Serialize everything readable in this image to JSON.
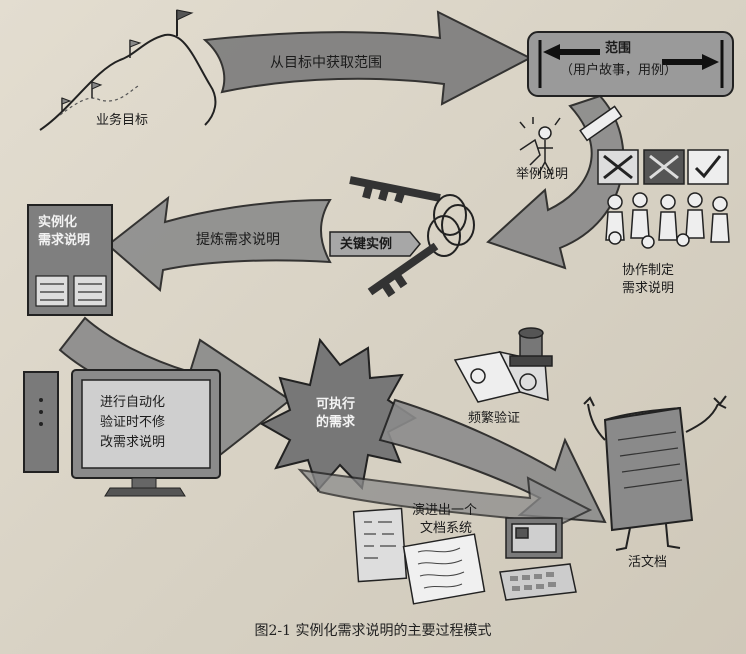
{
  "labels": {
    "business_goal": "业务目标",
    "derive_scope": "从目标中获取范围",
    "scope_title": "范围",
    "scope_sub": "（用户故事，用例）",
    "illustrate": "举例说明",
    "collaborate_l1": "协作制定",
    "collaborate_l2": "需求说明",
    "key_examples": "关键实例",
    "refine": "提炼需求说明",
    "spec_l1": "实例化",
    "spec_l2": "需求说明",
    "automate_l1": "进行自动化",
    "automate_l2": "验证时不修",
    "automate_l3": "改需求说明",
    "exec_l1": "可执行",
    "exec_l2": "的需求",
    "validate": "频繁验证",
    "evolve_l1": "演进出一个",
    "evolve_l2": "文档系统",
    "living_doc": "活文档"
  },
  "caption": "图2-1   实例化需求说明的主要过程模式"
}
